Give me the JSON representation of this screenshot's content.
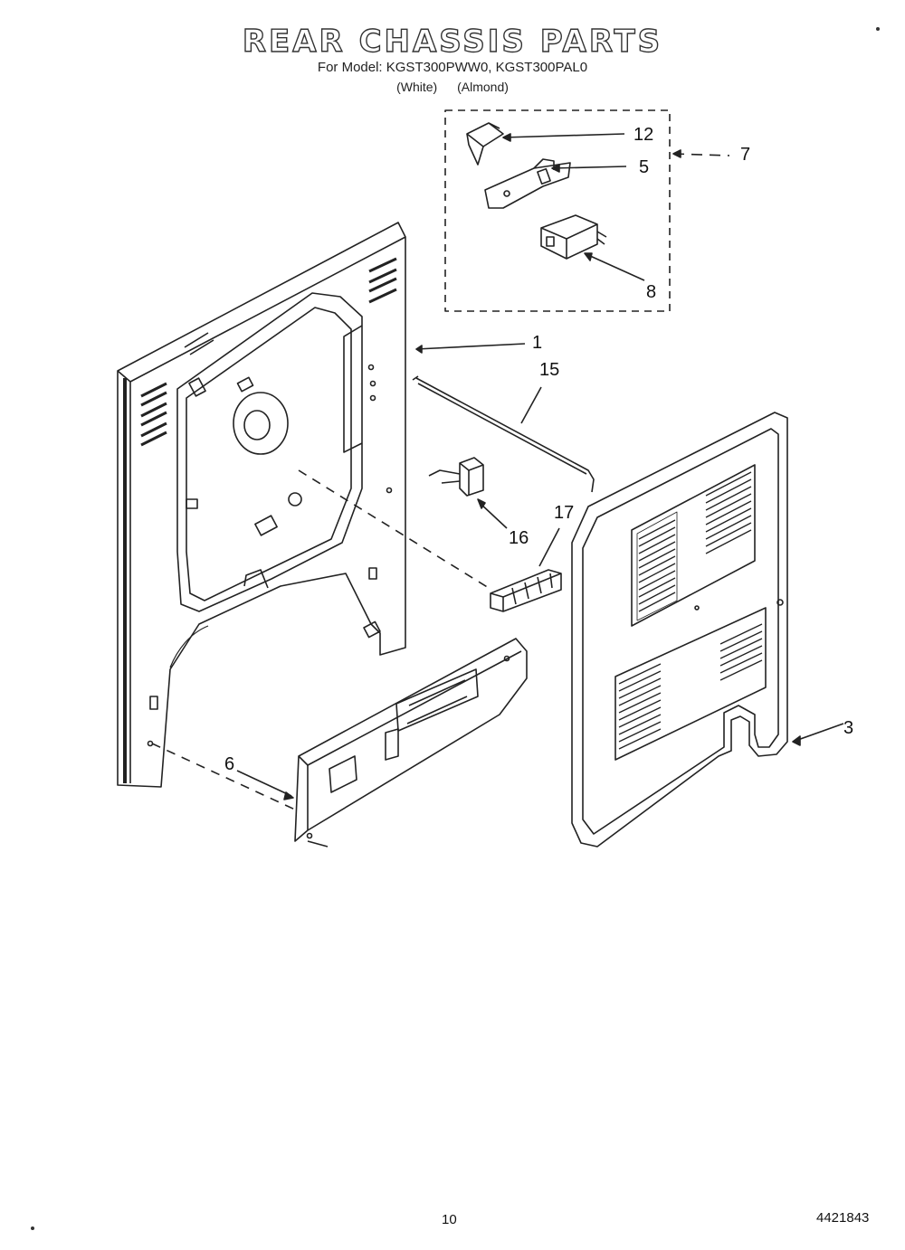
{
  "header": {
    "title": "REAR CHASSIS PARTS",
    "model_line": "For Model: KGST300PWW0, KGST300PAL0",
    "variants": "(White) (Almond)"
  },
  "callouts": [
    {
      "id": "c12",
      "label": "12"
    },
    {
      "id": "c5",
      "label": "5"
    },
    {
      "id": "c7",
      "label": "7"
    },
    {
      "id": "c8",
      "label": "8"
    },
    {
      "id": "c1",
      "label": "1"
    },
    {
      "id": "c15",
      "label": "15"
    },
    {
      "id": "c17",
      "label": "17"
    },
    {
      "id": "c16",
      "label": "16"
    },
    {
      "id": "c3",
      "label": "3"
    },
    {
      "id": "c6",
      "label": "6"
    }
  ],
  "footer": {
    "page_number": "10",
    "doc_number": "4421843"
  }
}
